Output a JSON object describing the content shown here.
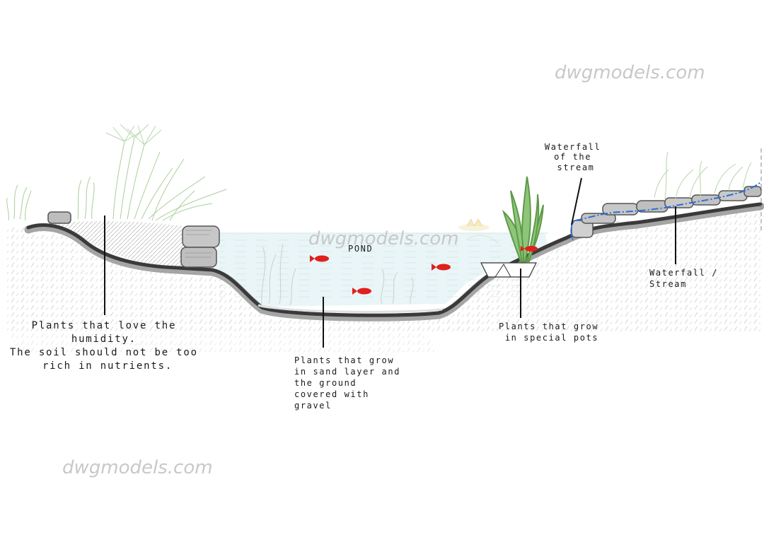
{
  "watermarks": [
    "dwgmodels.com",
    "dwgmodels.com",
    "dwgmodels.com"
  ],
  "labels": {
    "pond": "POND",
    "left_plants": [
      "Plants that love the",
      "humidity.",
      "The soil should not be too",
      "rich in nutrients."
    ],
    "sand_plants": [
      "Plants that grow",
      "in sand layer and",
      "the ground",
      "covered with",
      "gravel"
    ],
    "pot_plants": [
      "Plants that grow",
      "in special pots"
    ],
    "waterfall_top": [
      "Waterfall",
      "of the",
      "stream"
    ],
    "waterfall_right": [
      "Waterfall /",
      "Stream"
    ]
  },
  "colors": {
    "liner": "#3a3a3a",
    "liner_shadow": "#9a9a9a",
    "water": "#e8f4f6",
    "fish": "#e0201c",
    "stream": "#2c6fd4",
    "plants": "#9ccc8f",
    "stones": "#c4c4c4",
    "watermark": "#c8c8c8"
  }
}
